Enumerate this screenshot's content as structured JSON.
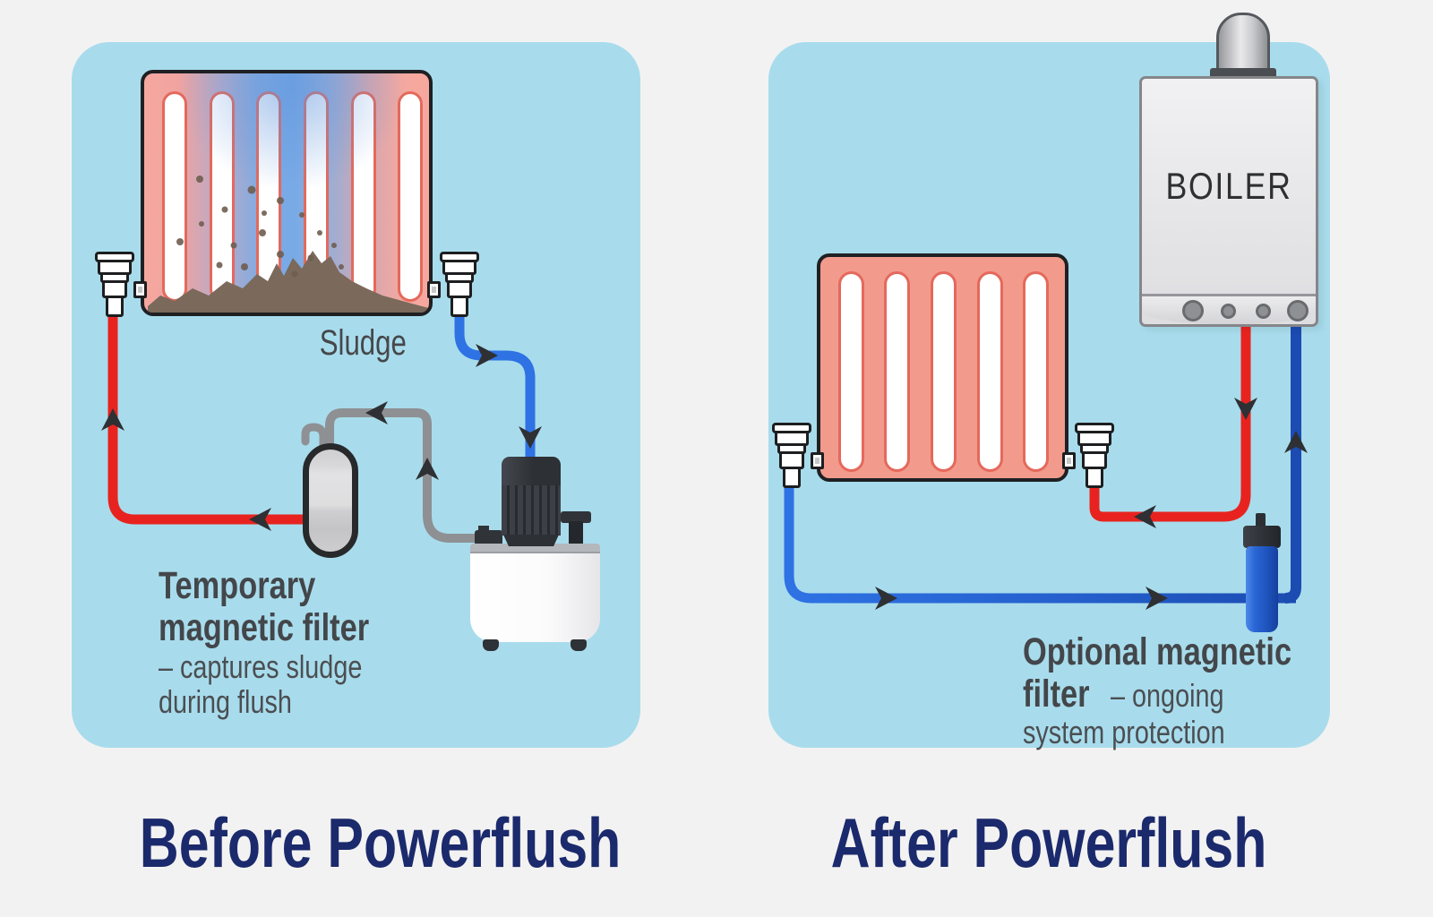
{
  "left_panel": {
    "sludge_label": "Sludge",
    "filter_label": {
      "bold_line1": "Temporary",
      "bold_line2": "magnetic filter",
      "note_line1": "– captures sludge",
      "note_line2": "during flush"
    },
    "title": "Before Powerflush"
  },
  "right_panel": {
    "boiler_label": "BOILER",
    "filter_label": {
      "bold_line1": "Optional magnetic",
      "bold_line2": "filter",
      "note_inline": "– ongoing",
      "note_line2": "system protection"
    },
    "title": "After Powerflush"
  },
  "colors": {
    "page_background": "#f3f2f2",
    "panel_background": "#a8dcec",
    "hot_pipe_red": "#e8231f",
    "cool_pipe_blue": "#2e72e4",
    "return_pipe_dark_blue": "#1c4cb2",
    "hose_gray": "#8e9093",
    "arrow_dark": "#2e3034",
    "sludge_brown": "#7b695b",
    "radiator_pink": "#f29b8d",
    "filter_body_blue": "#2563d4",
    "title_navy": "#1b2a6c"
  }
}
